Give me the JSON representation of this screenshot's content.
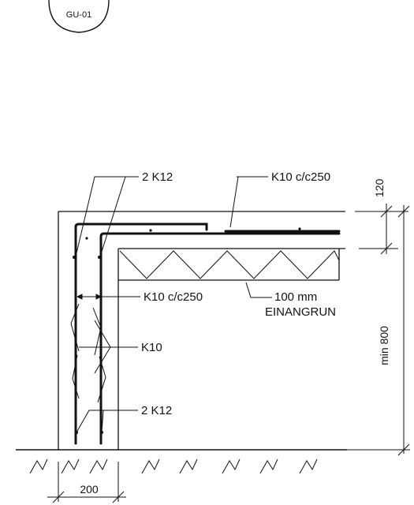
{
  "title_tag": "GU-01",
  "labels": {
    "top_bars": "2 K12",
    "slab_bars": "K10 c/c250",
    "wall_horizontal": "K10 c/c250",
    "insulation_line1": "100 mm",
    "insulation_line2": "EINANGRUN",
    "wall_links": "K10",
    "bottom_bars": "2 K12"
  },
  "dimensions": {
    "slab_thickness": "120",
    "depth": "min  800",
    "wall_width": "200"
  }
}
